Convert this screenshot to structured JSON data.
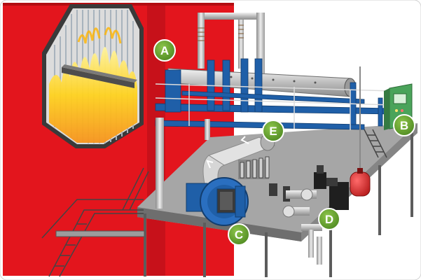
{
  "diagram": {
    "markers": [
      {
        "id": "A",
        "label": "A"
      },
      {
        "id": "B",
        "label": "B"
      },
      {
        "id": "C",
        "label": "C"
      },
      {
        "id": "D",
        "label": "D"
      },
      {
        "id": "E",
        "label": "E"
      }
    ],
    "colors": {
      "boiler_wall": "#e3151d",
      "boiler_wall_dark": "#b20d12",
      "platform_top": "#a6a6a6",
      "platform_edge": "#6e6e6e",
      "steel_blue": "#1f5fa8",
      "duct_grey": "#c9c9c9",
      "marker_green": "#6aa132",
      "flame_yellow": "#ffd21f",
      "flame_orange": "#f7941d",
      "control_cabinet": "#4aa35a",
      "tank_red": "#d92a2a"
    },
    "icons": [
      "flame-icon",
      "fan-icon",
      "pump-icon",
      "valve-icon",
      "control-panel-icon",
      "tank-icon"
    ]
  }
}
